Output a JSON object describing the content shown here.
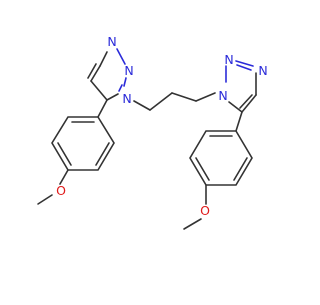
{
  "molecule": {
    "atoms": {
      "n_top_left_1": "N",
      "n_top_left_2": "N",
      "n_top_left_3": "N",
      "n_right_1": "N",
      "n_right_2": "N",
      "n_right_3": "N",
      "o_left": "O",
      "o_right": "O"
    },
    "colors": {
      "bond": "#333333",
      "nitrogen": "#2b2bd9",
      "oxygen": "#e01b1b",
      "background": "#ffffff"
    }
  }
}
